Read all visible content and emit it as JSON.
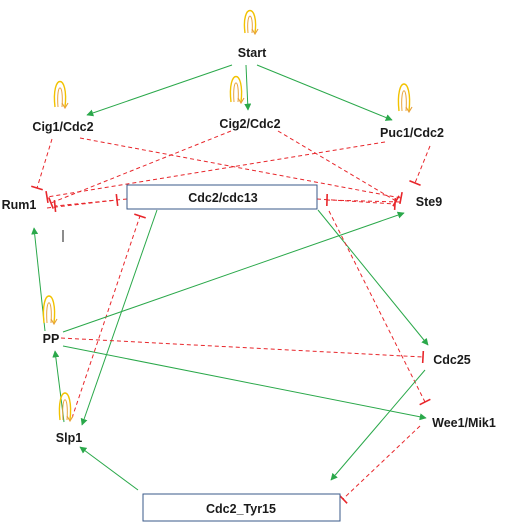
{
  "colors": {
    "activation": "#2aa84a",
    "inhibition": "#e8262b",
    "self_loop_outer": "#f2c200",
    "self_loop_inner": "#e8a33d",
    "box_border": "#3a5a8a",
    "text": "#1a1a1a"
  },
  "nodes": {
    "start": "Start",
    "cig1": "Cig1/Cdc2",
    "cig2": "Cig2/Cdc2",
    "puc1": "Puc1/Cdc2",
    "rum1": "Rum1",
    "cdc2_cdc13": "Cdc2/cdc13",
    "ste9": "Ste9",
    "pp": "PP",
    "cdc25": "Cdc25",
    "wee1": "Wee1/Mik1",
    "slp1": "Slp1",
    "cdc2_tyr15": "Cdc2_Tyr15"
  },
  "edges": [
    {
      "from": "start",
      "to": "cig1",
      "type": "activation"
    },
    {
      "from": "start",
      "to": "cig2",
      "type": "activation"
    },
    {
      "from": "start",
      "to": "puc1",
      "type": "activation"
    },
    {
      "from": "cig1",
      "to": "rum1",
      "type": "inhibition"
    },
    {
      "from": "cig1",
      "to": "ste9",
      "type": "inhibition"
    },
    {
      "from": "cig2",
      "to": "rum1",
      "type": "inhibition"
    },
    {
      "from": "cig2",
      "to": "ste9",
      "type": "inhibition"
    },
    {
      "from": "puc1",
      "to": "rum1",
      "type": "inhibition"
    },
    {
      "from": "puc1",
      "to": "ste9",
      "type": "inhibition"
    },
    {
      "from": "rum1",
      "to": "cdc2_cdc13",
      "type": "inhibition"
    },
    {
      "from": "cdc2_cdc13",
      "to": "rum1",
      "type": "inhibition"
    },
    {
      "from": "ste9",
      "to": "cdc2_cdc13",
      "type": "inhibition"
    },
    {
      "from": "cdc2_cdc13",
      "to": "ste9",
      "type": "inhibition"
    },
    {
      "from": "slp1",
      "to": "cdc2_cdc13",
      "type": "inhibition"
    },
    {
      "from": "cdc2_cdc13",
      "to": "slp1",
      "type": "activation"
    },
    {
      "from": "cdc2_cdc13",
      "to": "cdc25",
      "type": "activation"
    },
    {
      "from": "cdc2_cdc13",
      "to": "wee1",
      "type": "inhibition"
    },
    {
      "from": "pp",
      "to": "rum1",
      "type": "activation"
    },
    {
      "from": "pp",
      "to": "ste9",
      "type": "activation"
    },
    {
      "from": "pp",
      "to": "cdc25",
      "type": "inhibition"
    },
    {
      "from": "pp",
      "to": "wee1",
      "type": "activation"
    },
    {
      "from": "slp1",
      "to": "pp",
      "type": "activation"
    },
    {
      "from": "cdc25",
      "to": "cdc2_tyr15",
      "type": "activation"
    },
    {
      "from": "wee1",
      "to": "cdc2_tyr15",
      "type": "inhibition"
    },
    {
      "from": "cdc2_tyr15",
      "to": "slp1",
      "type": "activation"
    }
  ],
  "self_loops": [
    "start",
    "cig1",
    "cig2",
    "puc1",
    "pp",
    "slp1"
  ]
}
